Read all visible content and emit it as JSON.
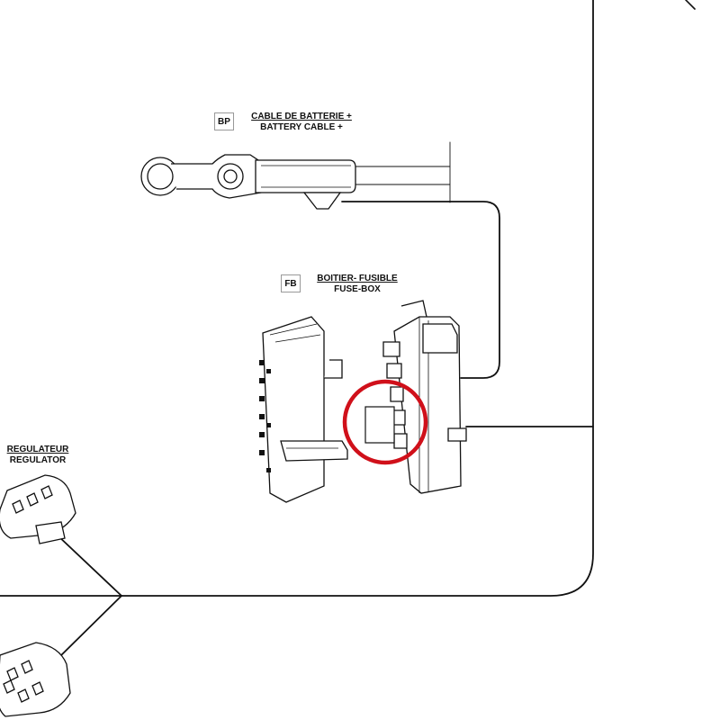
{
  "components": {
    "battery_cable": {
      "code": "BP",
      "label_fr": "CABLE DE BATTERIE +",
      "label_en": "BATTERY CABLE +"
    },
    "fuse_box": {
      "code": "FB",
      "label_fr": "BOITIER- FUSIBLE",
      "label_en": "FUSE-BOX"
    },
    "regulator": {
      "label_fr": "REGULATEUR",
      "label_en": "REGULATOR"
    }
  },
  "colors": {
    "line": "#111111",
    "highlight_circle": "#d0101a",
    "tag_border": "#999999"
  }
}
